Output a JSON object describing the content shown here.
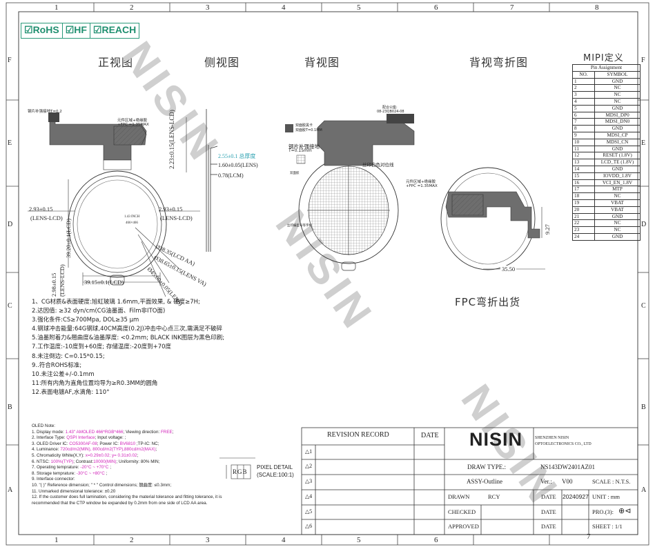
{
  "certifications": [
    "RoHS",
    "HF",
    "REACH"
  ],
  "grid": {
    "columns": [
      "1",
      "2",
      "3",
      "4",
      "5",
      "6",
      "7",
      "8"
    ],
    "rows": [
      "F",
      "E",
      "D",
      "C",
      "B",
      "A"
    ]
  },
  "views": {
    "front": "正视图",
    "side": "侧视图",
    "back": "背视图",
    "back_folded": "背视弯折图",
    "mipi": "MIPI定义",
    "fpc_shipping": "FPC弯折出货"
  },
  "watermark": "NISIN",
  "front_labels": {
    "steel_plate": "钢片补强接地T=0.2",
    "component_area": "元件区域+绝缘胶",
    "fpc_max": "+FPC =1.35MAX",
    "lens_label": "2.23±0.15(LENS-LCD)",
    "left_gap": "2.93±0.15",
    "left_gap_sub": "(LENS-LCD)",
    "right_gap": "2.93±0.15",
    "right_gap_sub": "(LENS-LCD)",
    "vertical_dim": "39.20±0.1(LCD)",
    "bottom_gap": "2.98±0.15",
    "bottom_gap_sub": "(LENS-LCD)",
    "horizontal_dim": "39.15±0.1(LCD)",
    "diag_aa": "Ø38.35(LCD AA)",
    "diag_va": "Ø38.65±0.15(LENS VA)",
    "diag_lens": "Ø45.00±0.05(LENS)",
    "inch": "1.43 INCH",
    "resolution": "466×466"
  },
  "side_labels": {
    "total": "2.55±0.1 总厚度",
    "lens": "1.60±0.05(LENS)",
    "lcm": "0.78(LCM)"
  },
  "back_labels": {
    "fpc_label": "双面胶黑卡",
    "fpc_label2": "双面胶T=0.1MM",
    "connector": "配合公座:",
    "connector_pn": "08-23QB024-08",
    "steel": "钢片补强接地",
    "steel_t": "T=0.15mm",
    "silk": "丝印白色对位线",
    "stamp": "双面胶",
    "label_bottom": "丝印编型号等字样"
  },
  "folded_labels": {
    "component": "元件区域+绝缘胶",
    "fpc_max": "+FPC =1.35MAX",
    "height": "9.27",
    "width": "35.50"
  },
  "pin_table": {
    "title": "Pin Assignment",
    "header_no": "NO.",
    "header_symbol": "SYMBOL",
    "pins": [
      [
        "1",
        "GND"
      ],
      [
        "2",
        "NC"
      ],
      [
        "3",
        "NC"
      ],
      [
        "4",
        "NC"
      ],
      [
        "5",
        "GND"
      ],
      [
        "6",
        "MDSI_DP0"
      ],
      [
        "7",
        "MDSI_DN0"
      ],
      [
        "8",
        "GND"
      ],
      [
        "9",
        "MDSI_CP"
      ],
      [
        "10",
        "MDSI_CN"
      ],
      [
        "11",
        "GND"
      ],
      [
        "12",
        "RESET (1.8V)"
      ],
      [
        "13",
        "LCD_TE (1.8V)"
      ],
      [
        "14",
        "GND"
      ],
      [
        "15",
        "IOVDD_1.8V"
      ],
      [
        "16",
        "VCI_EN_1.8V"
      ],
      [
        "17",
        "MTP"
      ],
      [
        "18",
        "NC"
      ],
      [
        "19",
        "VBAT"
      ],
      [
        "20",
        "VBAT"
      ],
      [
        "21",
        "GND"
      ],
      [
        "22",
        "NC"
      ],
      [
        "23",
        "NC"
      ],
      [
        "24",
        "GND"
      ]
    ]
  },
  "notes": [
    "1、CG材质&表面硬度:旭虹玻璃 1.6mm,平面效果, & 硬度≥7H;",
    "2.达因值: ≥32 dyn/cm(CG油墨面、Film非ITO面)",
    "3.强化条件:CS≥700Mpa, DOL≥35 μm",
    "4.钢球冲击能量:64G钢球,40CM高度(0.2J)冲击中心点三次,需满足不破碎",
    "5.油墨附着力&翘曲度&油墨厚度: <0.2mm;  BLACK INK图层为黑色印刷;",
    "7.工作温度:-10度到+60度; 存储温度:-20度到+70度",
    "8.未注倒边: C=0.15*0.15;",
    "9..符合ROHS标准;",
    "10.未注公差+/-0.1mm",
    "11:所有内角为直角位置均导为≥R0.3MM的圆角",
    "12.表面电镀AF,水滴角: 110°"
  ],
  "oled_notes": {
    "title": "OLED Note:",
    "items": [
      {
        "pre": "1. Display mode: ",
        "hl": "1.43\" AMOLED 466*RGB*466",
        "mid": "; Viewing direction: ",
        "hl2": "FREE",
        "post": ";"
      },
      {
        "pre": "2. Interface Type: ",
        "hl": "QSPI Interface",
        "mid": "; Input voltage:   ;",
        "hl2": "",
        "post": ""
      },
      {
        "pre": "3. OLED Driver IC: ",
        "hl": "CO5300AF-08",
        "mid": "; Power IC: ",
        "hl2": "BV6810",
        "post": " ;TP-IC: NC;"
      },
      {
        "pre": "4. Luminance: ",
        "hl": "720cd/m2(MIN), 800cd/m2(TYP),880cd/m2(MAX)",
        "mid": ";",
        "hl2": "",
        "post": ""
      },
      {
        "pre": "5. Chromaticity White(X,Y): ",
        "hl": "x=0.29±0.02; y= 0.31±0.02",
        "mid": ";",
        "hl2": "",
        "post": ""
      },
      {
        "pre": "6. NTSC: ",
        "hl": "100%(TYP)",
        "mid": "; Contrast:",
        "hl2": "10000(MIN)",
        "post": "; Uniformity: 80% MIN;"
      },
      {
        "pre": "7. Operating temprature: ",
        "hl": "-20°C ~ +70°C",
        "mid": " ;",
        "hl2": "",
        "post": ""
      },
      {
        "pre": "8. Storage temprature: ",
        "hl": "-30°C ~ +80°C",
        "mid": " ;",
        "hl2": "",
        "post": ""
      },
      {
        "pre": "9. Interface connector:",
        "hl": "",
        "mid": "",
        "hl2": "",
        "post": ""
      },
      {
        "pre": "10. \"( )\" Reference dimension; \" * \" Control dimensions; 翘曲度: ≤0.3mm;",
        "hl": "",
        "mid": "",
        "hl2": "",
        "post": ""
      },
      {
        "pre": "11. Unmarked dimensional tolerance: ±0.20",
        "hl": "",
        "mid": "",
        "hl2": "",
        "post": ""
      },
      {
        "pre": "12. If the customer does full lamination, considering the material tolerance and fitting tolerance, it is",
        "hl": "",
        "mid": "",
        "hl2": "",
        "post": ""
      },
      {
        "pre": "recommended that the CTP window be expanded by 0.2mm from one side of LCD AA area.",
        "hl": "",
        "mid": "",
        "hl2": "",
        "post": ""
      }
    ]
  },
  "pixel_detail": {
    "label": "PIXEL DETAIL",
    "scale": "(SCALE:100:1)",
    "letters": "RGB"
  },
  "title_block": {
    "revision_record": "REVISION RECORD",
    "date": "DATE",
    "rev_rows": [
      "1",
      "2",
      "3",
      "4",
      "5",
      "6"
    ],
    "company_logo": "NISIN",
    "company_name": "SHENZHEN NISIN",
    "company_name2": "OPTOELECTRONICS CO., LTD",
    "draw_type_label": "DRAW TYPE.:",
    "part_no": "NS143DW2401AZ01",
    "assy": "ASSY-Outline",
    "ver_label": "Ver.:",
    "ver": "V00",
    "scale": "SCALE : N.T.S.",
    "drawn_label": "DRAWN",
    "drawn": "RCY",
    "date_label": "DATE",
    "date_value": "20240927",
    "unit": "UNIT : mm",
    "checked_label": "CHECKED",
    "pro": "PRO.(3):",
    "approved_label": "APPROVED",
    "sheet": "SHEET :  1/1"
  }
}
